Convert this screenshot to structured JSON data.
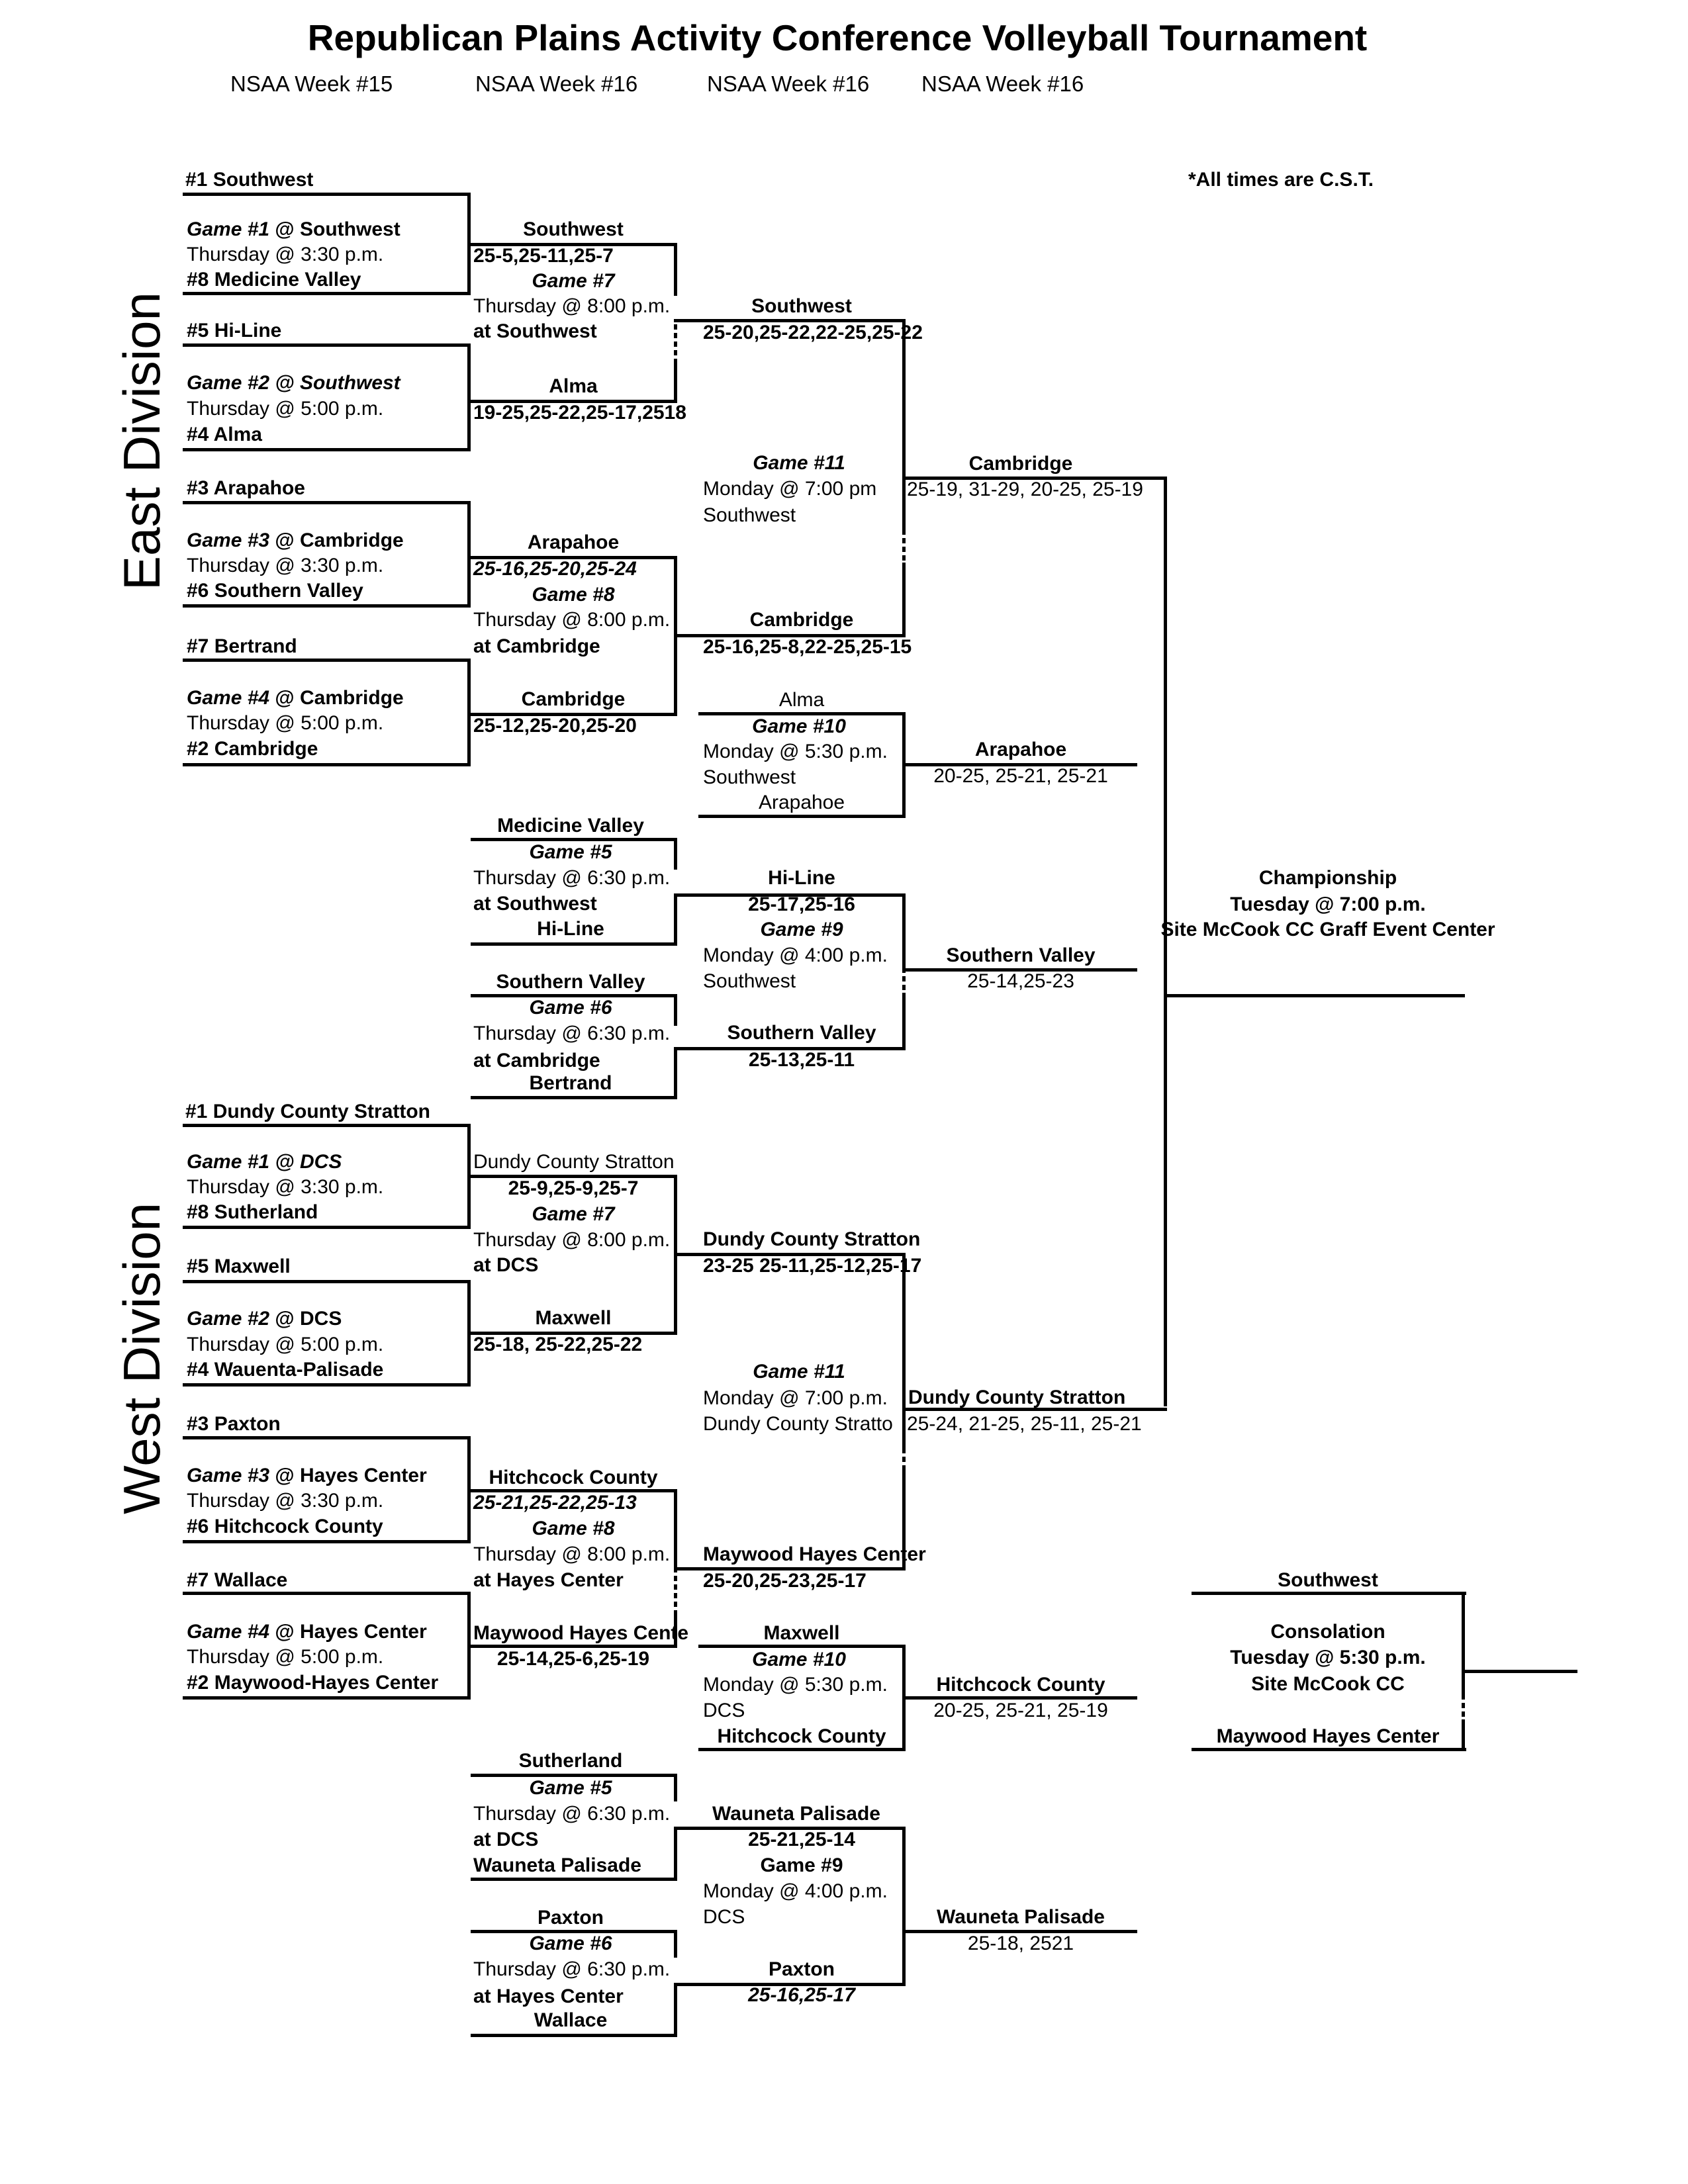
{
  "title": "Republican Plains Activity Conference Volleyball Tournament",
  "weeks": [
    "NSAA Week #15",
    "NSAA Week #16",
    "NSAA Week #16",
    "NSAA Week #16"
  ],
  "note": "*All times are C.S.T.",
  "east": {
    "division": "East Division",
    "r1": [
      {
        "seed_a": "#1 Southwest",
        "game": "Game #1",
        "at": " @ Southwest",
        "time": "Thursday @ 3:30 p.m.",
        "seed_b": "#8 Medicine Valley"
      },
      {
        "seed_a": "#5 Hi-Line",
        "game": "Game #2 @ Southwest",
        "at": "",
        "time": "Thursday @ 5:00 p.m.",
        "seed_b": "#4 Alma"
      },
      {
        "seed_a": "#3 Arapahoe",
        "game": "Game #3",
        "at": "  @ Cambridge",
        "time": "Thursday @ 3:30 p.m.",
        "seed_b": "#6 Southern Valley"
      },
      {
        "seed_a": "#7 Bertrand",
        "game": "Game #4",
        "at": "  @ Cambridge",
        "time": "Thursday @ 5:00 p.m.",
        "seed_b": "#2 Cambridge"
      }
    ],
    "r2": [
      {
        "w1": "Southwest",
        "s1": "25-5,25-11,25-7",
        "game": "Game #7",
        "time": "Thursday @ 8:00 p.m.",
        "site": "at Southwest",
        "w2": "Alma",
        "s2": "19-25,25-22,25-17,2518"
      },
      {
        "w1": "Arapahoe",
        "s1": "25-16,25-20,25-24",
        "game": "Game #8",
        "time": "Thursday @ 8:00 p.m.",
        "site": "at Cambridge",
        "w2": "Cambridge",
        "s2": "25-12,25-20,25-20"
      }
    ],
    "r3": [
      {
        "winner": "Southwest",
        "score": "25-20,25-22,22-25,25-22"
      },
      {
        "winner": "Cambridge",
        "score": "25-16,25-8,22-25,25-15"
      }
    ],
    "g11": {
      "game": "Game #11",
      "time": "Monday @ 7:00 pm",
      "site": "Southwest"
    },
    "final": {
      "winner": "Cambridge",
      "score": "25-19, 31-29, 20-25, 25-19"
    },
    "cons": [
      {
        "game": "Medicine Valley",
        "label": "Game #5",
        "time": "Thursday @ 6:30 p.m.",
        "site": "at Southwest",
        "team2": "Hi-Line"
      },
      {
        "game": "Southern Valley",
        "label": "Game #6",
        "time": "Thursday @ 6:30 p.m.",
        "site": "at Cambridge",
        "team2": "Bertrand"
      }
    ],
    "cons_r2": [
      {
        "winner": "Hi-Line",
        "score": "25-17,25-16",
        "game": "Game #9",
        "time": "Monday @ 4:00 p.m.",
        "site": "Southwest"
      },
      {
        "winner": "Southern Valley",
        "score": "25-13,25-11"
      }
    ],
    "g10": {
      "team1": "Alma",
      "game": "Game #10",
      "time": "Monday @ 5:30 p.m.",
      "site": "Southwest",
      "team2": "Arapahoe"
    },
    "g10_result": {
      "winner": "Arapahoe",
      "score": "20-25, 25-21, 25-21"
    },
    "g9_result": {
      "winner": "Southern Valley",
      "score": "25-14,25-23"
    }
  },
  "championship": {
    "label": "Championship",
    "time": "Tuesday @ 7:00 p.m.",
    "site": "Site McCook CC Graff Event Center"
  },
  "west": {
    "division": "West Division",
    "r1": [
      {
        "seed_a": "#1 Dundy County Stratton",
        "game": "Game #1 @ DCS",
        "at": "",
        "time": "Thursday @ 3:30 p.m.",
        "seed_b": "#8 Sutherland"
      },
      {
        "seed_a": "#5 Maxwell",
        "game": "Game #2",
        "at": " @ DCS",
        "time": "Thursday @ 5:00 p.m.",
        "seed_b": "#4 Wauenta-Palisade"
      },
      {
        "seed_a": "#3 Paxton",
        "game": "Game #3",
        "at": " @ Hayes Center",
        "time": "Thursday @ 3:30 p.m.",
        "seed_b": "#6 Hitchcock County"
      },
      {
        "seed_a": "#7 Wallace",
        "game": "Game #4",
        "at": " @ Hayes Center",
        "time": "Thursday @ 5:00 p.m.",
        "seed_b": "#2 Maywood-Hayes Center"
      }
    ],
    "r2": [
      {
        "w1": "Dundy County Stratton",
        "s1": "25-9,25-9,25-7",
        "game": "Game #7",
        "time": "Thursday @ 8:00 p.m.",
        "site": "at DCS",
        "w2": "Maxwell",
        "s2": "25-18, 25-22,25-22"
      },
      {
        "w1": "Hitchcock County",
        "s1": "25-21,25-22,25-13",
        "game": "Game #8",
        "time": "Thursday @ 8:00 p.m.",
        "site": "at Hayes Center",
        "w2": "Maywood Hayes Cente",
        "s2": "25-14,25-6,25-19"
      }
    ],
    "r3": [
      {
        "winner": "Dundy County Stratton",
        "score": "23-25 25-11,25-12,25-17"
      },
      {
        "winner": "Maywood Hayes Center",
        "score": "25-20,25-23,25-17"
      }
    ],
    "g11": {
      "game": "Game #11",
      "time": "Monday @ 7:00 p.m.",
      "site": "Dundy County Stratto"
    },
    "final": {
      "winner": "Dundy County Stratton",
      "score": "25-24, 21-25, 25-11, 25-21"
    },
    "cons": [
      {
        "game": "Sutherland",
        "label": "Game #5",
        "time": "Thursday @ 6:30 p.m.",
        "site": "at DCS",
        "team2": "Wauneta Palisade"
      },
      {
        "game": "Paxton",
        "label": "Game #6",
        "time": "Thursday @ 6:30 p.m.",
        "site": "at Hayes Center",
        "team2": "Wallace"
      }
    ],
    "cons_r2": [
      {
        "winner": "Wauneta Palisade",
        "score": "25-21,25-14",
        "game": "Game #9",
        "time": "Monday @ 4:00 p.m.",
        "site": "DCS"
      },
      {
        "winner": "Paxton",
        "score": "25-16,25-17"
      }
    ],
    "g10": {
      "team1": "Maxwell",
      "game": "Game #10",
      "time": "Monday @ 5:30 p.m.",
      "site": "DCS",
      "team2": "Hitchcock County"
    },
    "g10_result": {
      "winner": "Hitchcock County",
      "score": "20-25, 25-21, 25-19"
    },
    "g9_result": {
      "winner": "Wauneta Palisade",
      "score": "25-18, 2521"
    }
  },
  "consolation": {
    "team1": "Southwest",
    "label": "Consolation",
    "time": "Tuesday @ 5:30 p.m.",
    "site": "Site McCook CC",
    "team2": "Maywood Hayes Center"
  }
}
